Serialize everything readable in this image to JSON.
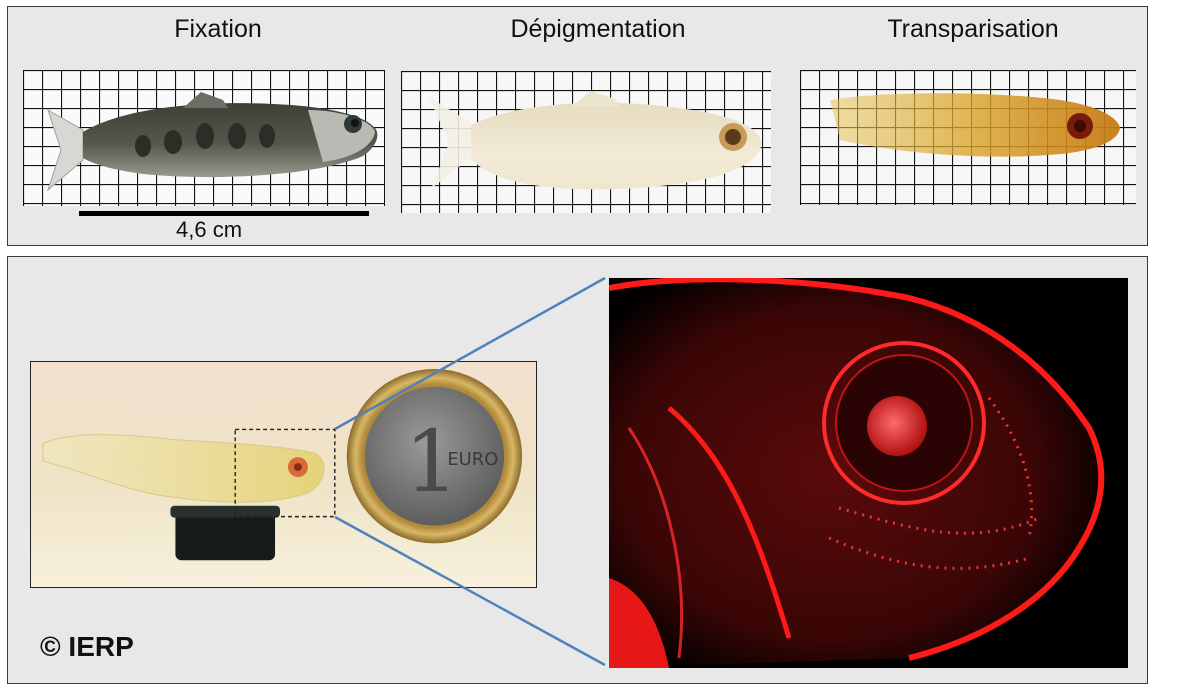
{
  "top_panel": {
    "steps": [
      {
        "label": "Fixation"
      },
      {
        "label": "Dépigmentation"
      },
      {
        "label": "Transparisation"
      }
    ],
    "scale_label": "4,6 cm"
  },
  "bottom_panel": {
    "coin_text": "EURO",
    "coin_digit": "1",
    "copyright": "© IERP"
  },
  "colors": {
    "panel_bg": "#e8e8e8",
    "panel_border": "#3a3a3a",
    "connector_line": "#4f81bd",
    "fluorescence": "#ff1a1a"
  }
}
